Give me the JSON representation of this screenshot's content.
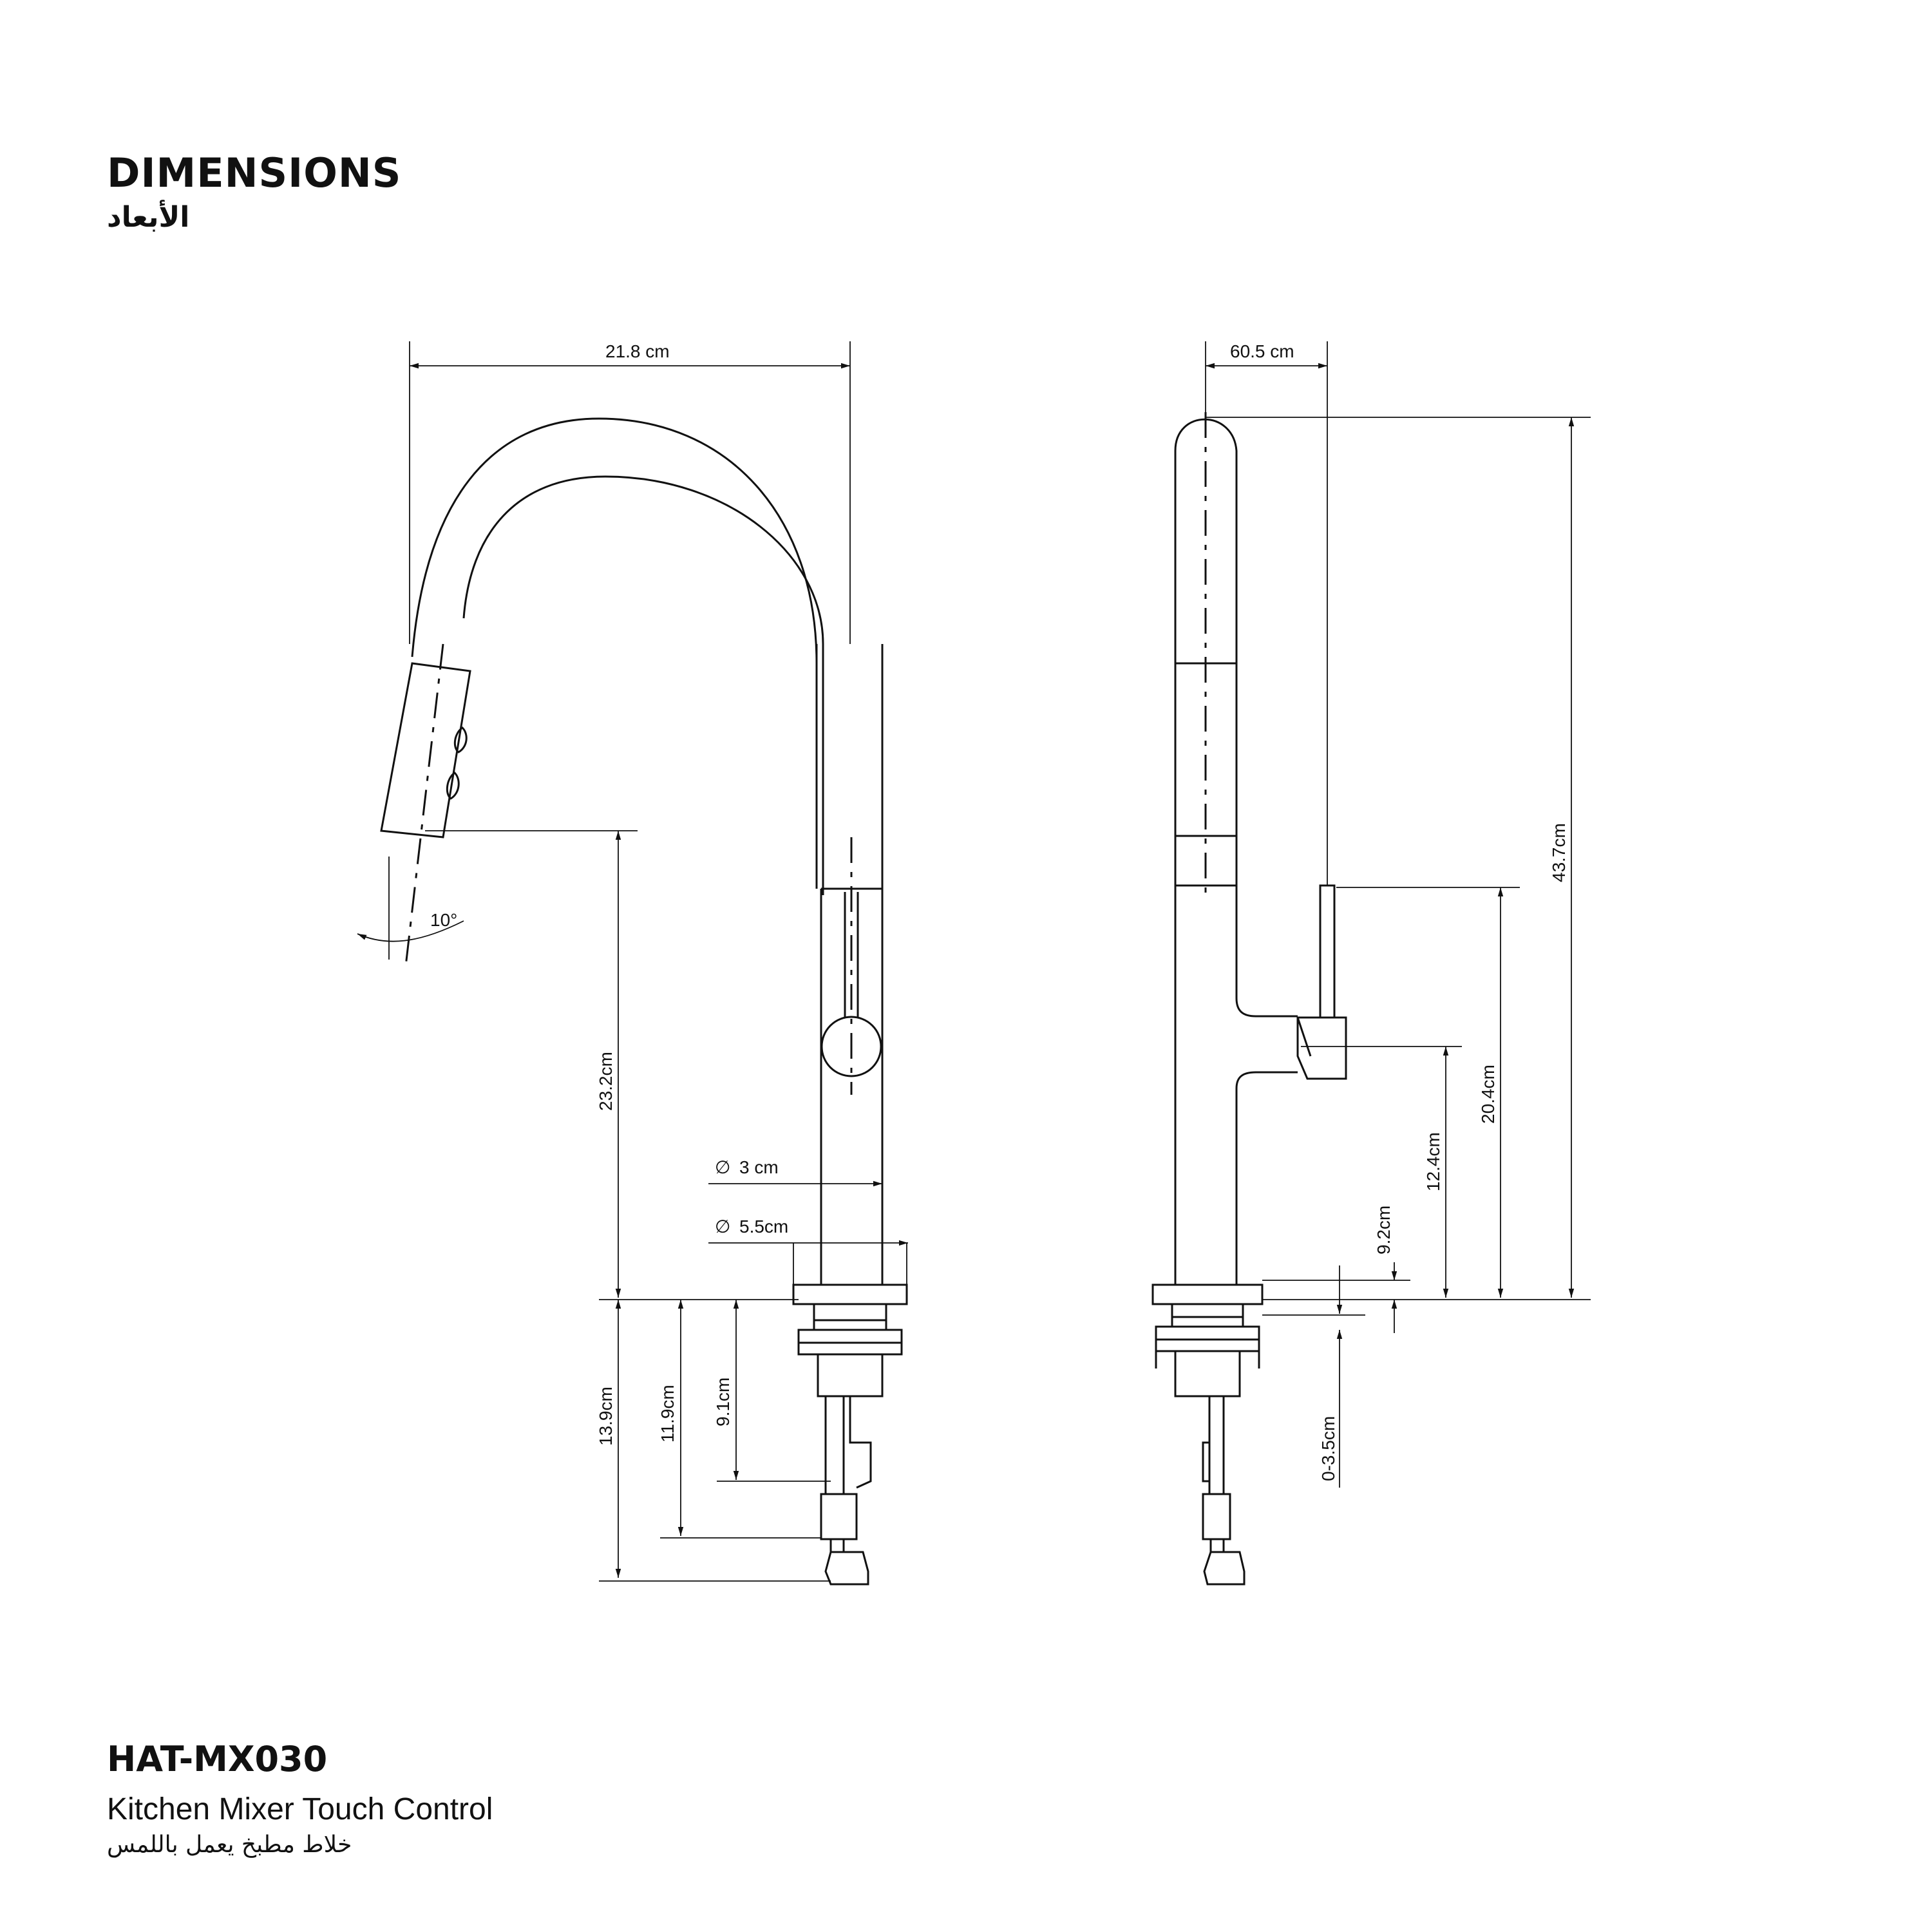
{
  "header": {
    "title": "DIMENSIONS",
    "title_ar": "الأبعاد"
  },
  "product": {
    "model": "HAT-MX030",
    "name": "Kitchen Mixer Touch Control",
    "name_ar": "خلاط مطبخ يعمل باللمس"
  },
  "front_view": {
    "width": "21.8 cm",
    "angle": "10°",
    "spout_height": "23.2cm",
    "pipe_diameter": "3 cm",
    "base_diameter": "5.5cm",
    "below_total": "13.9cm",
    "below_mid": "11.9cm",
    "below_short": "9.1cm",
    "diameter_symbol": "∅"
  },
  "side_view": {
    "depth": "60.5 cm",
    "total_height": "43.7cm",
    "handle_top": "20.4cm",
    "handle_axis": "12.4cm",
    "base_thickness": "9.2cm",
    "deck_range": "0-3.5cm"
  }
}
